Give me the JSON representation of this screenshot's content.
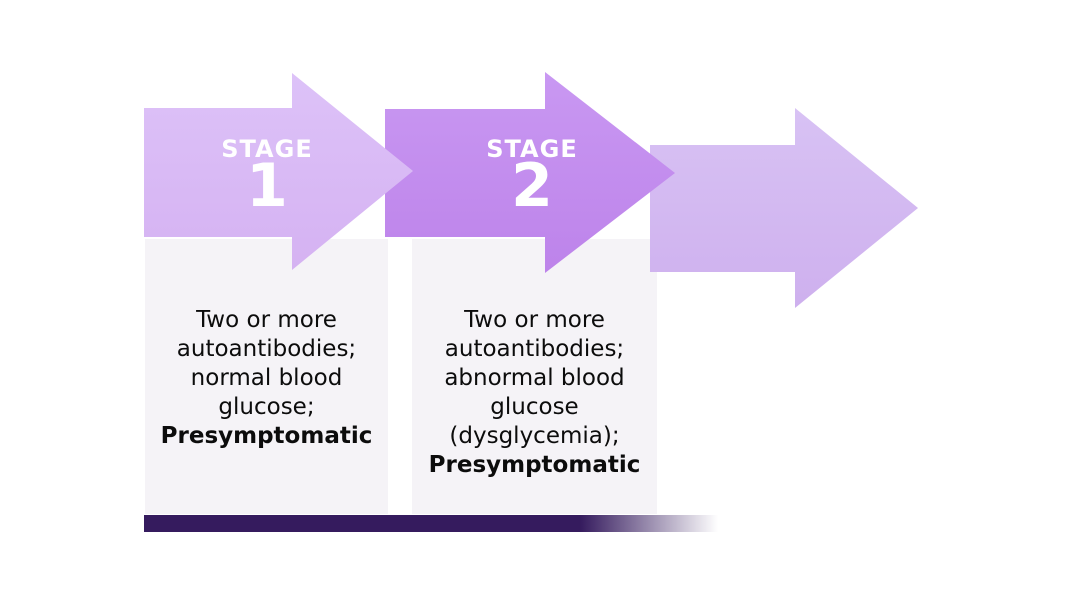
{
  "diagram": {
    "type": "staged-progression-arrows",
    "colors": {
      "page_background": "#ffffff",
      "arrow_stage1": "#d9bcf7",
      "arrow_stage2": "#c491f2",
      "arrow_next": "#d5bdf5",
      "card_background": "#f5f3f7",
      "timeline_bar": "#351b5e",
      "stage_label_text": "#ffffff",
      "card_text": "#0c0c0c"
    },
    "stages": [
      {
        "label": "STAGE",
        "number": "1",
        "description_lines": [
          "Two or more",
          "autoantibodies;",
          "normal blood",
          "glucose;"
        ],
        "emphasis": "Presymptomatic"
      },
      {
        "label": "STAGE",
        "number": "2",
        "description_lines": [
          "Two or more",
          "autoantibodies;",
          "abnormal blood",
          "glucose",
          "(dysglycemia);"
        ],
        "emphasis": "Presymptomatic"
      },
      {
        "label": "",
        "number": "",
        "description_lines": [],
        "emphasis": ""
      }
    ]
  }
}
